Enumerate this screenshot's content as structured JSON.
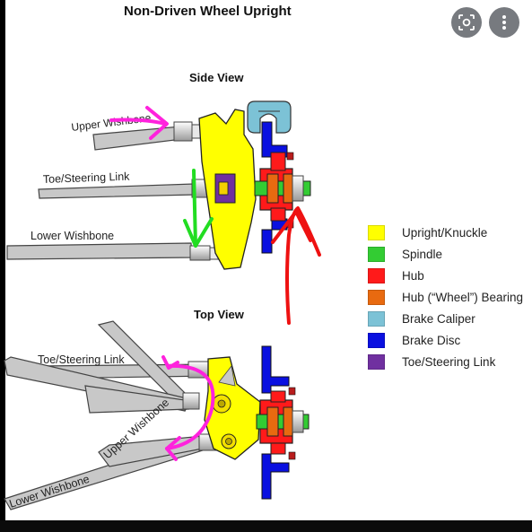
{
  "title": "Non-Driven Wheel Upright",
  "views": {
    "side": "Side View",
    "top": "Top View"
  },
  "side_labels": {
    "upper": "Upper Wishbone",
    "toe": "Toe/Steering Link",
    "lower": "Lower Wishbone"
  },
  "top_labels": {
    "toe": "Toe/Steering Link",
    "upper": "Upper Wishbone",
    "lower": "Lower Wishbone"
  },
  "legend": [
    {
      "label": "Upright/Knuckle",
      "color": "#ffff00"
    },
    {
      "label": "Spindle",
      "color": "#33cc33"
    },
    {
      "label": "Hub",
      "color": "#ff1a1a"
    },
    {
      "label": "Hub (“Wheel”) Bearing",
      "color": "#e86a10"
    },
    {
      "label": "Brake Caliper",
      "color": "#7cc2d6"
    },
    {
      "label": "Brake Disc",
      "color": "#0a10e0"
    },
    {
      "label": "Toe/Steering Link",
      "color": "#7030a0"
    }
  ],
  "colors": {
    "upright": "#ffff00",
    "spindle": "#33cc33",
    "hub": "#ff1a1a",
    "bearing": "#e86a10",
    "caliper": "#7cc2d6",
    "disc": "#0a10e0",
    "toe_link": "#7030a0",
    "link_arm": "#c8c8c8",
    "annotation_magenta": "#ff22dd",
    "annotation_green": "#22dd22",
    "annotation_red": "#ee1111"
  },
  "controls": [
    {
      "name": "visual-search-icon"
    },
    {
      "name": "more-options-icon"
    }
  ]
}
